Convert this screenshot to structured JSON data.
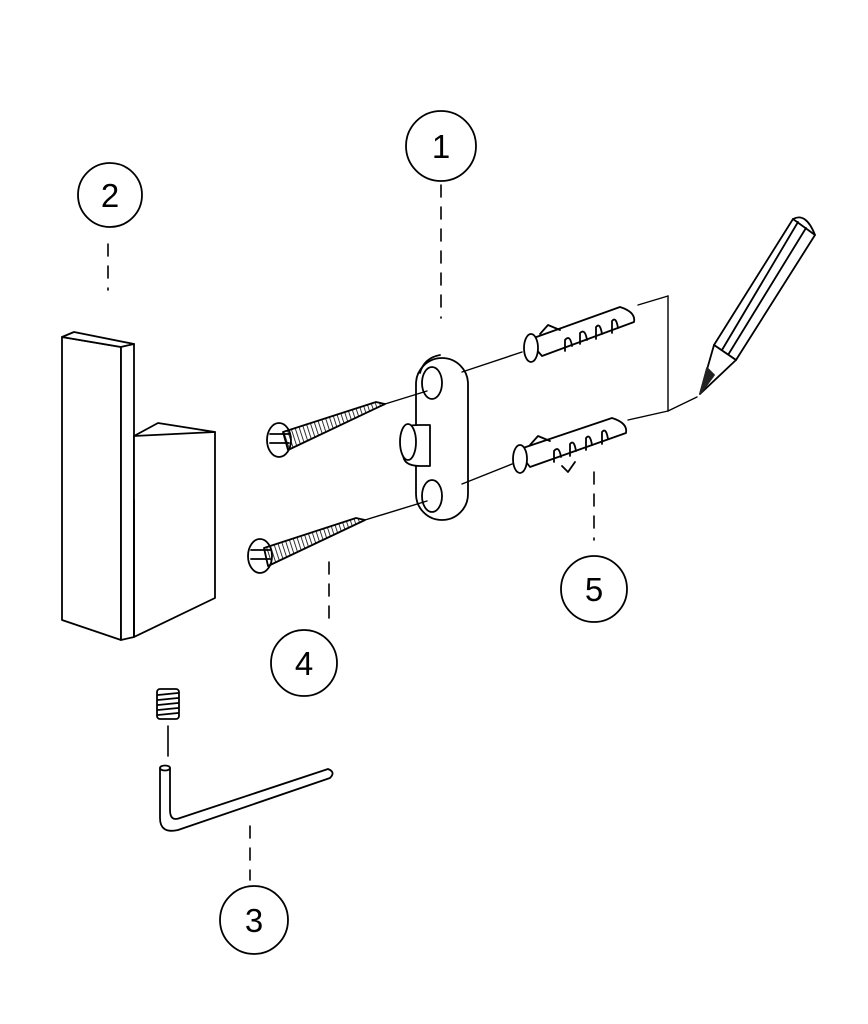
{
  "diagram": {
    "callouts": [
      {
        "id": "mounting-plate",
        "number": "1"
      },
      {
        "id": "hook-body",
        "number": "2"
      },
      {
        "id": "allen-key",
        "number": "3"
      },
      {
        "id": "screws",
        "number": "4"
      },
      {
        "id": "wall-plugs",
        "number": "5"
      }
    ],
    "colors": {
      "line": "#000000",
      "fill": "#ffffff",
      "drill": "#222222"
    }
  }
}
